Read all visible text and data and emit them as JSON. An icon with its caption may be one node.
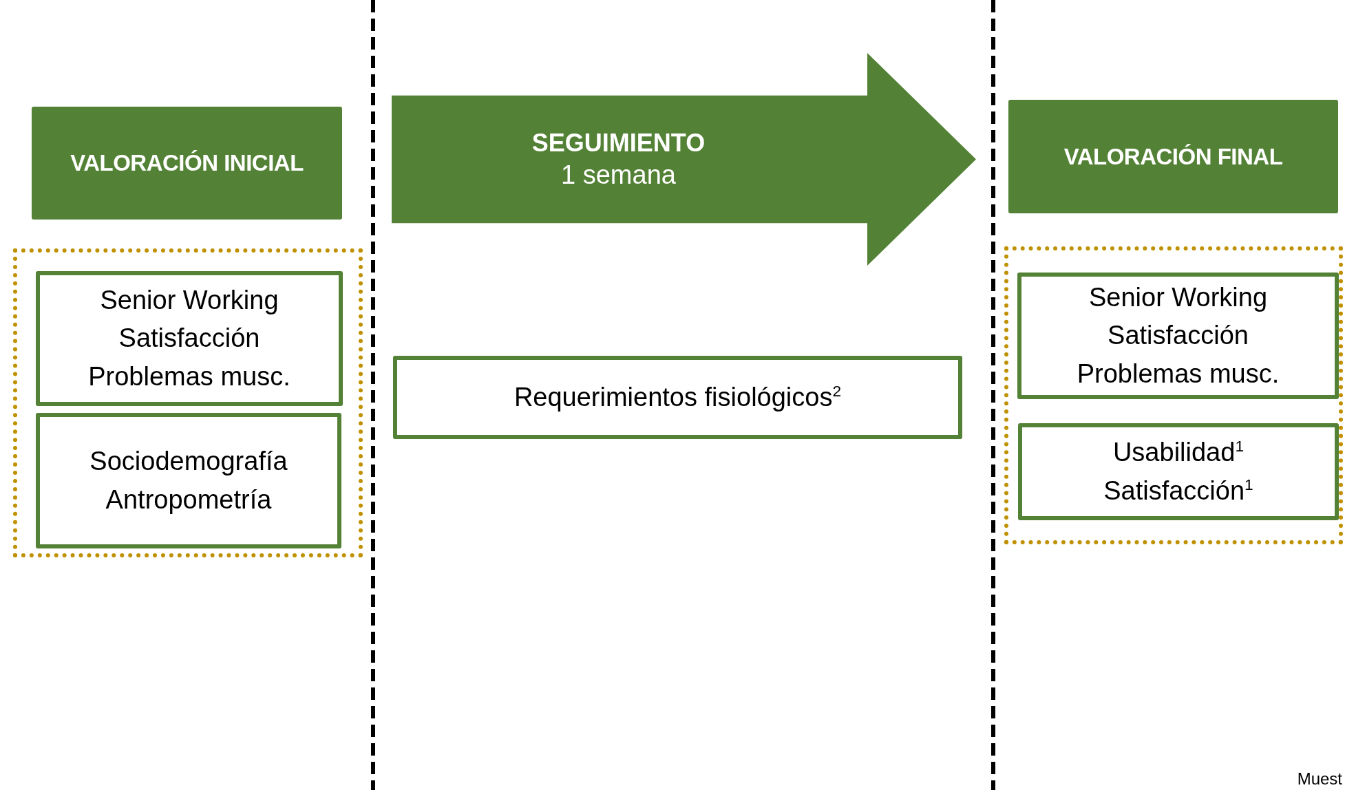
{
  "diagram": {
    "nodes": [
      {
        "text": [
          "VALORACIÓN INICIAL"
        ]
      },
      {
        "text": [],
        "shape": "box"
      },
      {
        "text": [
          "Senior Working",
          "Satisfacción",
          "Problemas musc."
        ],
        "in": 1
      },
      {
        "text": [
          "Sociodemografía",
          "Antropometría"
        ],
        "in": 1
      },
      {
        "text": [
          "SEGUIMIENTO",
          "1 semana"
        ]
      },
      {
        "text": [
          "Requerimientos fisiológicos$^{2}$"
        ]
      },
      {
        "text": [
          "VALORACIÓN FINAL"
        ]
      },
      {
        "text": [],
        "shape": "box"
      },
      {
        "text": [
          "Senior Working",
          "Satisfacción",
          "Problemas musc."
        ],
        "in": 7
      },
      {
        "text": [
          "Usabilidad$^{1}$",
          "Satisfacción$^{1}$"
        ],
        "in": 7
      }
    ],
    "edges": [],
    "labels": [
      "Muest"
    ]
  }
}
